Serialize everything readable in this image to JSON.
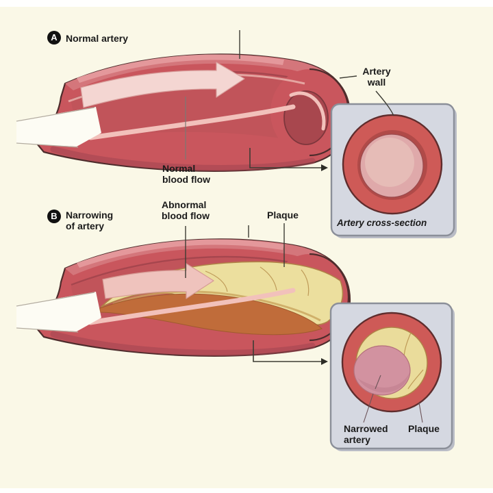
{
  "colors": {
    "background": "#faf8e7",
    "artery_red": "#c9565d",
    "artery_dark": "#4e2c2c",
    "rim_pink": "#f2c1bb",
    "arrow_pink": "#f4d6d2",
    "plaque_yellow": "#ecdf9e",
    "plaque_outline": "#b08347",
    "channel_orange": "#c06c3a",
    "inset_bg": "#d5d8e1",
    "inset_border": "#8b8f99",
    "text": "#1a1a1a"
  },
  "section_a": {
    "badge": "A",
    "title": "Normal artery",
    "flow_label": {
      "line1": "Normal",
      "line2": "blood flow"
    },
    "wall_label": {
      "line1": "Artery",
      "line2": "wall"
    },
    "inset": {
      "caption": "Artery cross-section"
    }
  },
  "section_b": {
    "badge": "B",
    "title": {
      "line1": "Narrowing",
      "line2": "of artery"
    },
    "flow_label": {
      "line1": "Abnormal",
      "line2": "blood flow"
    },
    "plaque_label": "Plaque",
    "inset": {
      "narrowed_label": {
        "line1": "Narrowed",
        "line2": "artery"
      },
      "plaque_label": "Plaque"
    }
  }
}
